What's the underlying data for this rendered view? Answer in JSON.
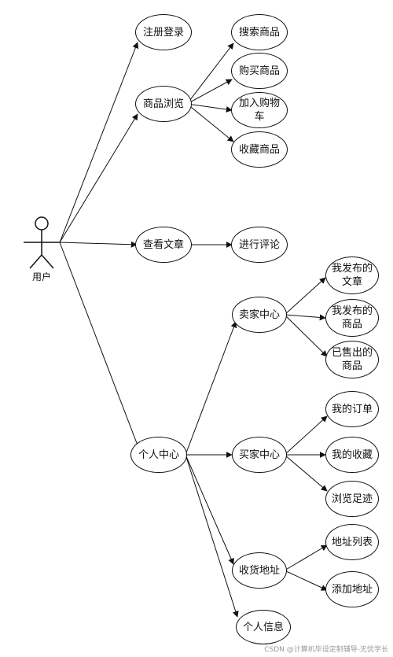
{
  "actor": {
    "label": "用户"
  },
  "nodes": {
    "register_login": "注册登录",
    "product_browse": "商品浏览",
    "search_products": "搜索商品",
    "buy_products": "购买商品",
    "add_to_cart": "加入购物车",
    "favorite_products": "收藏商品",
    "view_articles": "查看文章",
    "comment": "进行评论",
    "personal_center": "个人中心",
    "seller_center": "卖家中心",
    "my_published_articles": "我发布的文章",
    "my_published_products": "我发布的商品",
    "sold_products": "已售出的商品",
    "buyer_center": "买家中心",
    "my_orders": "我的订单",
    "my_favorites": "我的收藏",
    "browse_history": "浏览足迹",
    "shipping_address": "收货地址",
    "address_list": "地址列表",
    "add_address": "添加地址",
    "personal_info": "个人信息"
  },
  "watermark": "CSDN @计算机毕设定制辅导-无忧学长",
  "colors": {
    "stroke": "#111111",
    "background": "#ffffff",
    "watermark": "#9a9a9a"
  }
}
